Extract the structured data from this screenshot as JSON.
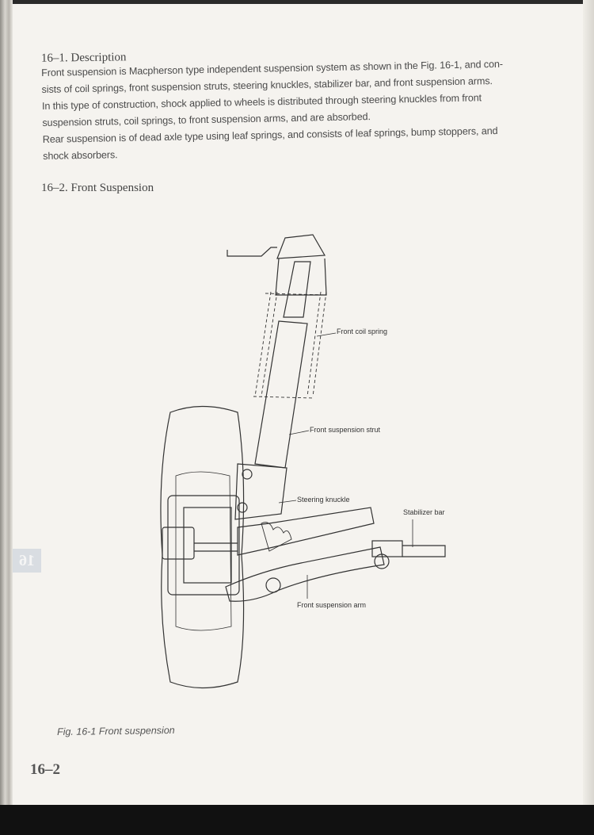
{
  "section1": {
    "heading": "16–1.  Description",
    "lines": [
      "Front suspension is Macpherson type independent suspension system as shown in the Fig. 16-1, and con-",
      "sists of coil springs, front suspension struts, steering knuckles, stabilizer bar, and front suspension arms.",
      "In this type of construction, shock applied to wheels is distributed through steering knuckles from front",
      "suspension struts, coil springs, to front suspension arms, and are absorbed.",
      "Rear suspension is of dead axle type using leaf springs, and consists of leaf springs, bump stoppers, and",
      "shock absorbers."
    ]
  },
  "section2": {
    "heading": "16–2.  Front Suspension"
  },
  "figure": {
    "labels": {
      "coil_spring": "Front coil spring",
      "strut": "Front suspension strut",
      "knuckle": "Steering knuckle",
      "stabilizer": "Stabilizer bar",
      "arm": "Front suspension arm"
    },
    "caption": "Fig. 16-1  Front suspension"
  },
  "side_tab": "16",
  "page_number": "16–2"
}
